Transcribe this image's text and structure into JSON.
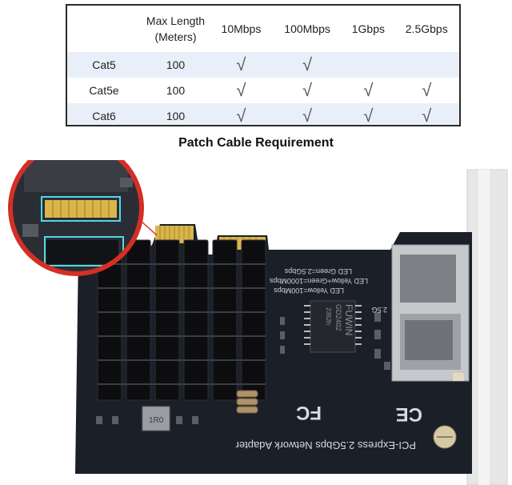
{
  "table": {
    "headers": [
      "",
      "Max Length\n(Meters)",
      "10Mbps",
      "100Mbps",
      "1Gbps",
      "2.5Gbps"
    ],
    "rows": [
      {
        "cable": "Cat5",
        "length": "100",
        "checks": [
          true,
          true,
          false,
          false
        ]
      },
      {
        "cable": "Cat5e",
        "length": "100",
        "checks": [
          true,
          true,
          true,
          true
        ]
      },
      {
        "cable": "Cat6",
        "length": "100",
        "checks": [
          true,
          true,
          true,
          true
        ]
      }
    ],
    "check_symbol": "√"
  },
  "caption": "Patch Cable Requirement",
  "card": {
    "silkscreen_text": "PCI-Express 2.5Gbps Network Adapter",
    "led_text_1": "LED Green=2.5Gbps",
    "led_text_2": "LED Yellow+Green=1000Mbps",
    "led_text_3": "LED Yellow=100Mbps",
    "chip_brand": "FUWIN",
    "chip_model": "GD2402",
    "chip_code": "2362h",
    "label_25g": "2.5G",
    "inductor_code": "1R0",
    "fc_mark": "FC",
    "ce_mark": "CE"
  },
  "colors": {
    "pcb": "#1b1f28",
    "heatsink": "#0d0d0f",
    "gold": "#d9b54a",
    "zoom_ring": "#d42f24",
    "highlight": "#52d8e8"
  }
}
